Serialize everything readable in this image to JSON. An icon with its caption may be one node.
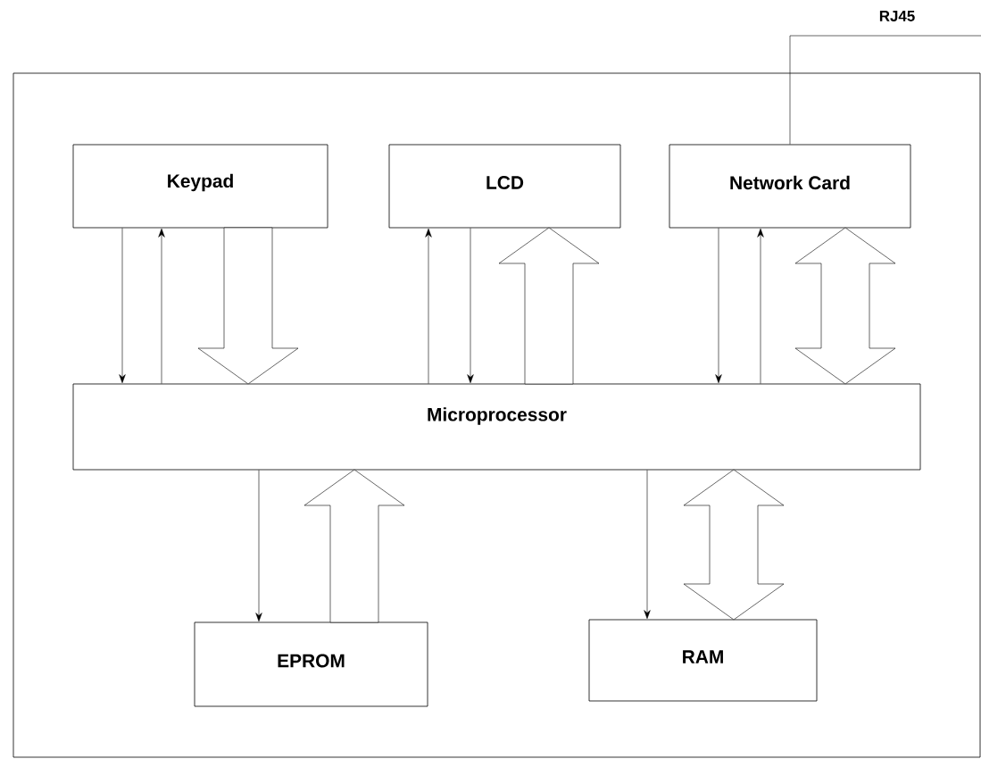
{
  "diagram": {
    "nodes": [
      {
        "text": [],
        "shape": "box"
      },
      {
        "text": [
          "Keypad"
        ],
        "in": 0
      },
      {
        "text": [
          "LCD"
        ],
        "in": 0
      },
      {
        "text": [
          "Network Card"
        ],
        "in": 0
      },
      {
        "text": [
          "Microprocessor"
        ],
        "in": 0
      },
      {
        "text": [
          "EPROM"
        ],
        "in": 0
      },
      {
        "text": [
          "RAM"
        ],
        "in": 0
      }
    ],
    "edges": [
      {
        "from": 1,
        "to": 4,
        "arrow": "to"
      },
      {
        "from": 4,
        "to": 1,
        "arrow": "to"
      },
      {
        "from": 1,
        "to": 4,
        "arrow": "to",
        "style": "thick"
      },
      {
        "from": 4,
        "to": 2,
        "arrow": "to"
      },
      {
        "from": 2,
        "to": 4,
        "arrow": "to"
      },
      {
        "from": 4,
        "to": 2,
        "arrow": "to",
        "style": "thick"
      },
      {
        "from": 3,
        "to": 4,
        "arrow": "to"
      },
      {
        "from": 4,
        "to": 3,
        "arrow": "to"
      },
      {
        "from": 3,
        "to": 4,
        "arrow": "both",
        "style": "thick"
      },
      {
        "from": 4,
        "to": 5,
        "arrow": "to"
      },
      {
        "from": 5,
        "to": 4,
        "arrow": "to",
        "style": "thick"
      },
      {
        "from": 4,
        "to": 6,
        "arrow": "to"
      },
      {
        "from": 4,
        "to": 6,
        "arrow": "both",
        "style": "thick"
      },
      {
        "from": 3,
        "to": null,
        "arrow": "none",
        "label": "RJ45"
      }
    ]
  }
}
